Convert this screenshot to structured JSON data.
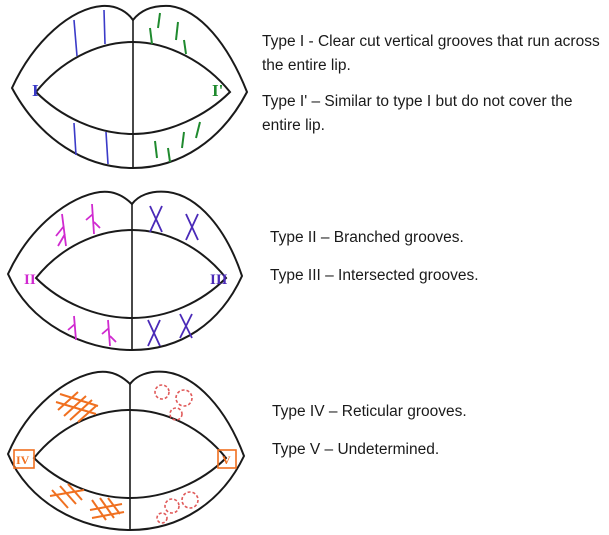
{
  "panel1": {
    "label_left": "I",
    "label_right": "I'",
    "caption1": "Type I - Clear cut vertical grooves that run across the entire lip.",
    "caption2": "Type I' – Similar to type I but do not cover the entire lip."
  },
  "panel2": {
    "label_left": "II",
    "label_right": "III",
    "caption1": "Type II – Branched grooves.",
    "caption2": "Type III – Intersected grooves."
  },
  "panel3": {
    "label_left": "IV",
    "label_right": "V",
    "caption1": "Type IV – Reticular grooves.",
    "caption2": "Type V – Undetermined."
  },
  "colors": {
    "lip_fill": "#e6e1f2",
    "outline": "#1a1a1a",
    "type1": "#3b3bc8",
    "type1_prime": "#1f8a2e",
    "type2": "#d02ad0",
    "type3": "#4a2ab8",
    "type4": "#f07020",
    "type5": "#e05a5a"
  }
}
